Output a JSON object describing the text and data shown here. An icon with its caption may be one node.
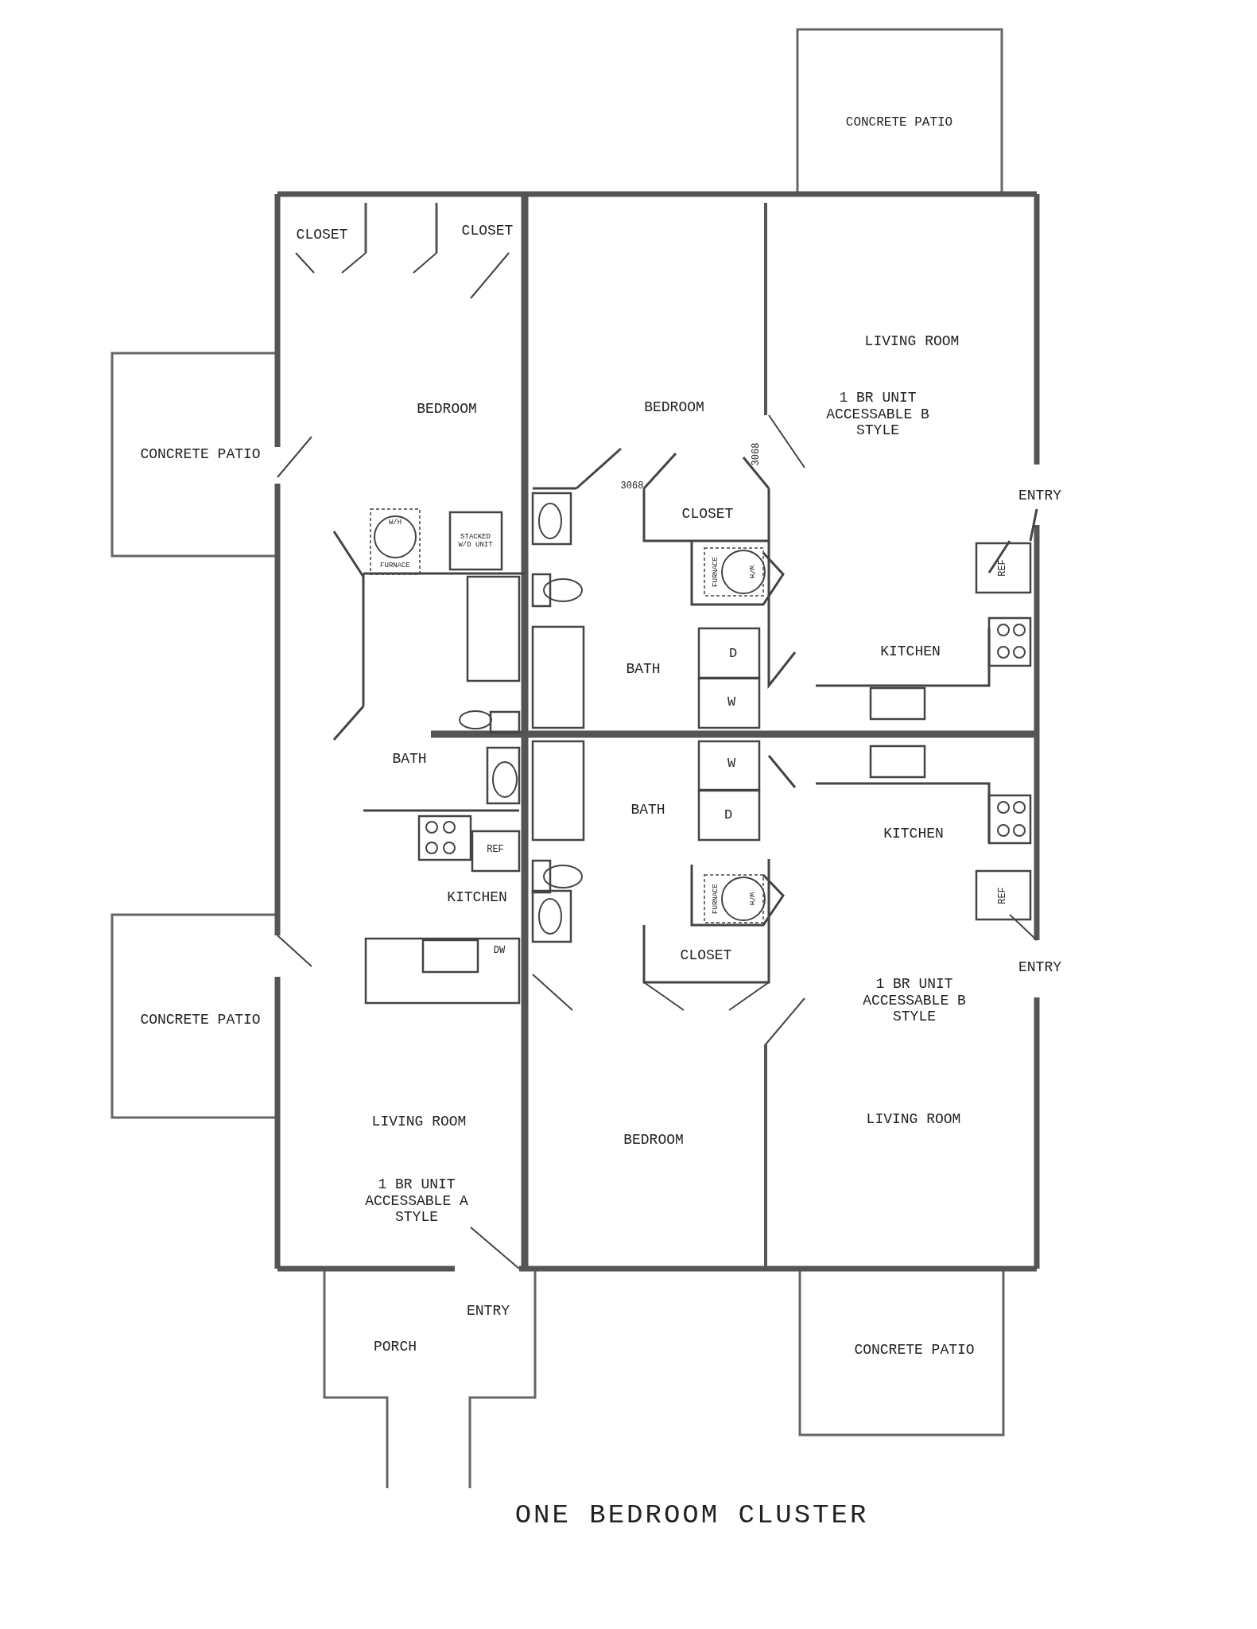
{
  "diagram": {
    "title": "ONE BEDROOM CLUSTER",
    "labels": [
      "CLOSET",
      "CLOSET",
      "CONCRETE PATIO",
      "LIVING ROOM",
      "BEDROOM",
      "BEDROOM",
      "1 BR UNIT ACCESSABLE B STYLE",
      "CONCRETE PATIO",
      "3068",
      "3068",
      "ENTRY",
      "W/H",
      "STACKED W/D UNIT",
      "CLOSET",
      "FURNACE",
      "REF",
      "FURNACE",
      "W/H",
      "D",
      "KITCHEN",
      "BATH",
      "W",
      "BATH",
      "W",
      "BATH",
      "D",
      "KITCHEN",
      "REF",
      "KITCHEN",
      "FURNACE",
      "W/H",
      "REF",
      "DW",
      "CLOSET",
      "ENTRY",
      "1 BR UNIT ACCESSABLE B STYLE",
      "CONCRETE PATIO",
      "LIVING ROOM",
      "LIVING ROOM",
      "BEDROOM",
      "1 BR UNIT ACCESSABLE A STYLE",
      "ENTRY",
      "PORCH",
      "CONCRETE PATIO"
    ]
  }
}
